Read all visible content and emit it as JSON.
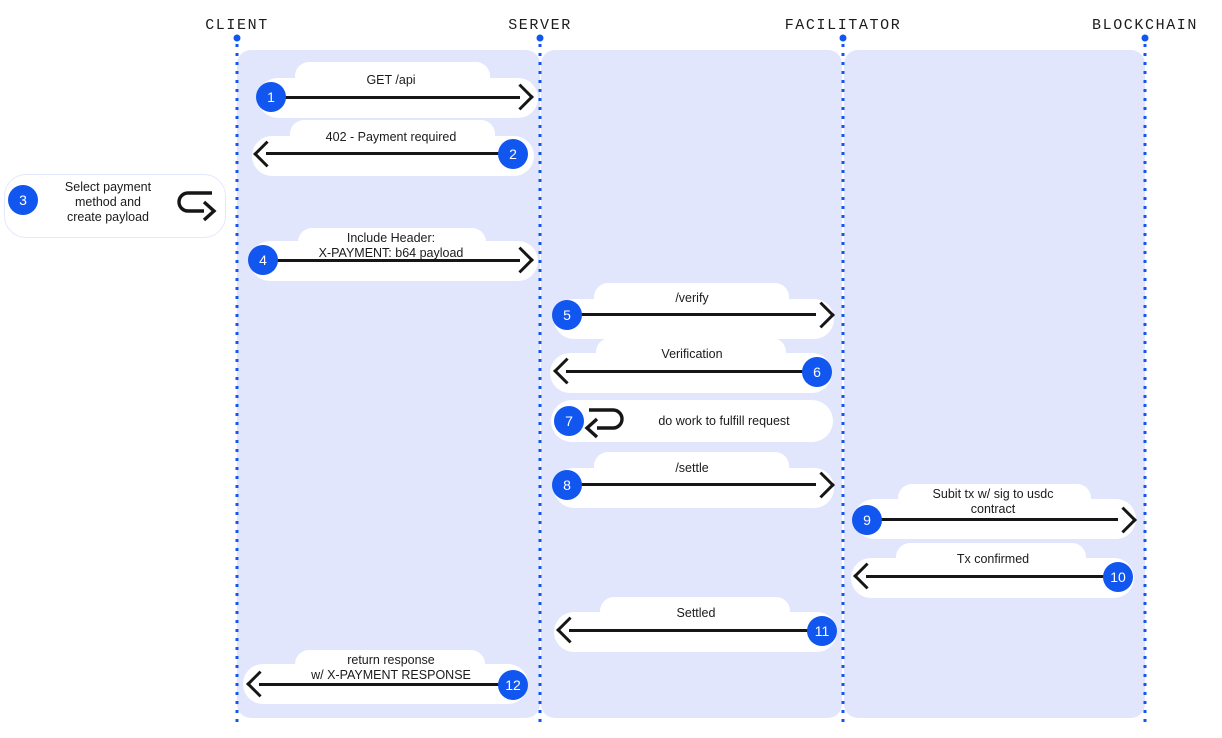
{
  "diagram": {
    "title": "x402 payment sequence diagram",
    "accent_color": "#1256f0",
    "band_color": "#e2e6fd",
    "row_color": "#ffffff",
    "line_color": "#161616"
  },
  "lifelines": [
    {
      "id": "client",
      "label": "CLIENT"
    },
    {
      "id": "server",
      "label": "SERVER"
    },
    {
      "id": "facilitator",
      "label": "FACILITATOR"
    },
    {
      "id": "blockchain",
      "label": "BLOCKCHAIN"
    }
  ],
  "steps": [
    {
      "number": "1",
      "label": "GET /api",
      "from": "client",
      "to": "server",
      "direction": "right",
      "kind": "message"
    },
    {
      "number": "2",
      "label": "402 - Payment required",
      "from": "server",
      "to": "client",
      "direction": "left",
      "kind": "message"
    },
    {
      "number": "3",
      "label": "Select payment\nmethod and\ncreate payload",
      "from": "client",
      "to": "client",
      "direction": "self",
      "kind": "note"
    },
    {
      "number": "4",
      "label": "Include Header:\nX-PAYMENT: b64 payload",
      "from": "client",
      "to": "server",
      "direction": "right",
      "kind": "message"
    },
    {
      "number": "5",
      "label": "/verify",
      "from": "server",
      "to": "facilitator",
      "direction": "right",
      "kind": "message"
    },
    {
      "number": "6",
      "label": "Verification",
      "from": "facilitator",
      "to": "server",
      "direction": "left",
      "kind": "message"
    },
    {
      "number": "7",
      "label": "do work to fulfill request",
      "from": "server",
      "to": "server",
      "direction": "self",
      "kind": "self-message"
    },
    {
      "number": "8",
      "label": "/settle",
      "from": "server",
      "to": "facilitator",
      "direction": "right",
      "kind": "message"
    },
    {
      "number": "9",
      "label": "Subit tx w/ sig to usdc\ncontract",
      "from": "facilitator",
      "to": "blockchain",
      "direction": "right",
      "kind": "message"
    },
    {
      "number": "10",
      "label": "Tx confirmed",
      "from": "blockchain",
      "to": "facilitator",
      "direction": "left",
      "kind": "message"
    },
    {
      "number": "11",
      "label": "Settled",
      "from": "facilitator",
      "to": "server",
      "direction": "left",
      "kind": "message"
    },
    {
      "number": "12",
      "label": "return response\nw/ X-PAYMENT RESPONSE",
      "from": "server",
      "to": "client",
      "direction": "left",
      "kind": "message"
    }
  ],
  "icons": {
    "self_loop": "loop-arrow-icon",
    "lifeline_head": "lifeline-dot-icon"
  }
}
